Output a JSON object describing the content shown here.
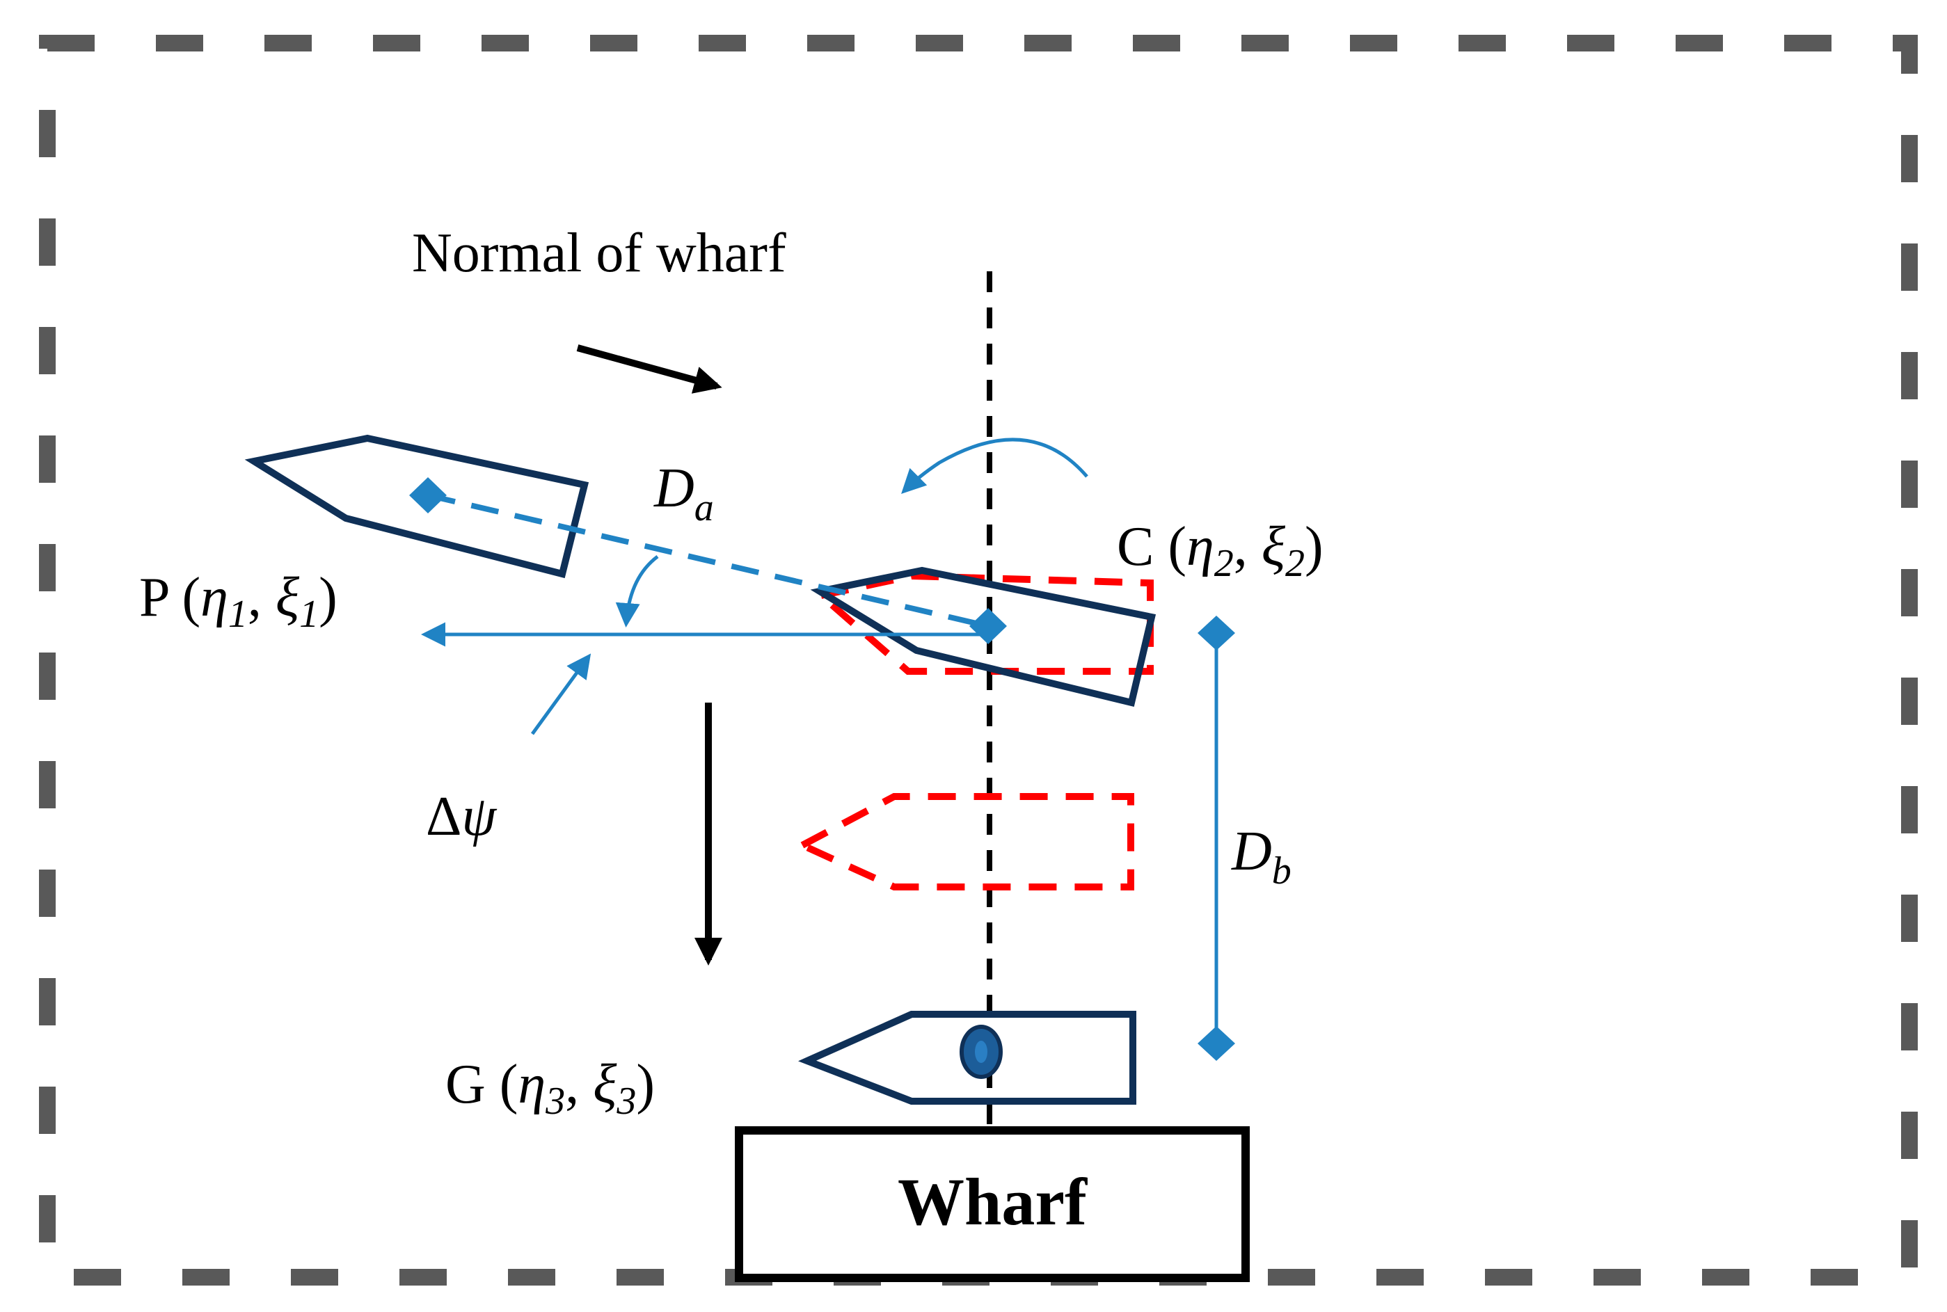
{
  "labels": {
    "normal": "Normal of wharf",
    "da_main": "D",
    "da_sub": "a",
    "db_main": "D",
    "db_sub": "b",
    "dpsi_delta": "Δ",
    "dpsi_psi": "ψ",
    "p_name": "P",
    "p_eta": "η",
    "p_eta_sub": "1",
    "p_xi": "ξ",
    "p_xi_sub": "1",
    "c_name": "C",
    "c_eta": "η",
    "c_eta_sub": "2",
    "c_xi": "ξ",
    "c_xi_sub": "2",
    "g_name": "G",
    "g_eta": "η",
    "g_eta_sub": "3",
    "g_xi": "ξ",
    "g_xi_sub": "3",
    "wharf": "Wharf"
  },
  "colors": {
    "frame": "#595959",
    "ship": "#0f3057",
    "ghost": "#ff0000",
    "measure": "#2083c4",
    "ink": "#000000"
  }
}
